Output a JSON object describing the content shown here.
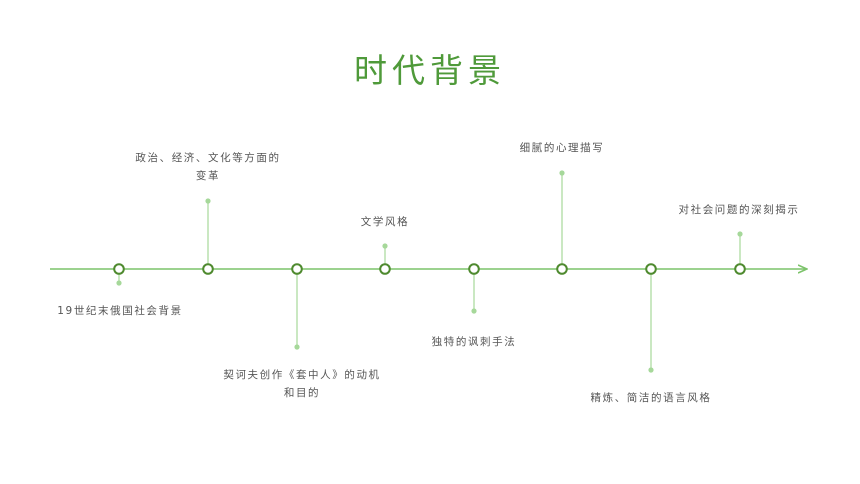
{
  "title": "时代背景",
  "colors": {
    "title": "#4f9a3a",
    "axis": "#7cc36a",
    "node": "#4f8a2f",
    "stem": "#a6d89a"
  },
  "events": [
    {
      "label": "19世纪末俄国社会背景",
      "direction": "down"
    },
    {
      "label": "政治、经济、文化等方面的变革",
      "direction": "up"
    },
    {
      "label": "契诃夫创作《套中人》的动机和目的",
      "direction": "down"
    },
    {
      "label": "文学风格",
      "direction": "up"
    },
    {
      "label": "独特的讽刺手法",
      "direction": "down"
    },
    {
      "label": "细腻的心理描写",
      "direction": "up"
    },
    {
      "label": "精炼、简洁的语言风格",
      "direction": "down"
    },
    {
      "label": "对社会问题的深刻揭示",
      "direction": "up"
    }
  ]
}
